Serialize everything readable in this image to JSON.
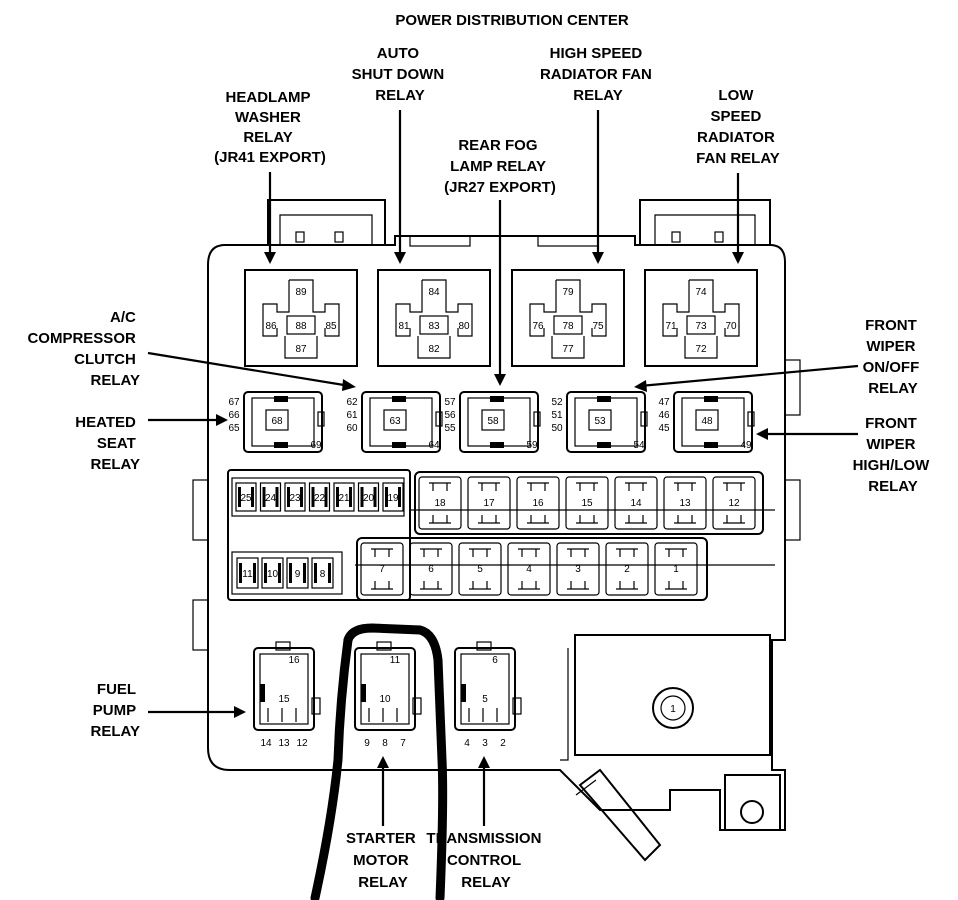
{
  "title": "POWER DISTRIBUTION CENTER",
  "top_relays": [
    {
      "label": [
        "HEADLAMP",
        "WASHER",
        "RELAY",
        "(JR41 EXPORT)"
      ],
      "pins": [
        "89",
        "86",
        "88",
        "85",
        "87"
      ]
    },
    {
      "label": [
        "AUTO",
        "SHUT DOWN",
        "RELAY"
      ],
      "pins": [
        "84",
        "81",
        "83",
        "80",
        "82"
      ]
    },
    {
      "label": [
        "HIGH SPEED",
        "RADIATOR FAN",
        "RELAY"
      ],
      "pins": [
        "79",
        "76",
        "78",
        "75",
        "77"
      ]
    },
    {
      "label": [
        "LOW",
        "SPEED",
        "RADIATOR",
        "FAN RELAY"
      ],
      "pins": [
        "74",
        "71",
        "73",
        "70",
        "72"
      ]
    }
  ],
  "rear_fog": {
    "label": [
      "REAR FOG",
      "LAMP RELAY",
      "(JR27 EXPORT)"
    ]
  },
  "mid_relays": [
    {
      "side_pins": [
        "67",
        "66",
        "65"
      ],
      "center": "68",
      "corner": "69"
    },
    {
      "side_pins": [
        "62",
        "61",
        "60"
      ],
      "center": "63",
      "corner": "64"
    },
    {
      "side_pins": [
        "57",
        "56",
        "55"
      ],
      "center": "58",
      "corner": "59"
    },
    {
      "side_pins": [
        "52",
        "51",
        "50"
      ],
      "center": "53",
      "corner": "54"
    },
    {
      "side_pins": [
        "47",
        "46",
        "45"
      ],
      "center": "48",
      "corner": "49"
    }
  ],
  "left_labels": {
    "ac": [
      "A/C",
      "COMPRESSOR",
      "CLUTCH",
      "RELAY"
    ],
    "heated": [
      "HEATED",
      "SEAT",
      "RELAY"
    ],
    "fuel": [
      "FUEL",
      "PUMP",
      "RELAY"
    ]
  },
  "right_labels": {
    "wiper_onoff": [
      "FRONT",
      "WIPER",
      "ON/OFF",
      "RELAY"
    ],
    "wiper_hilo": [
      "FRONT",
      "WIPER",
      "HIGH/LOW",
      "RELAY"
    ]
  },
  "mini_fuses_top": [
    "25",
    "24",
    "23",
    "22",
    "21",
    "20",
    "19"
  ],
  "mini_fuses_bottom": [
    "11",
    "10",
    "9",
    "8"
  ],
  "cartridge_fuses_top": [
    "18",
    "17",
    "16",
    "15",
    "14",
    "13",
    "12"
  ],
  "cartridge_fuses_bottom": [
    "7",
    "6",
    "5",
    "4",
    "3",
    "2",
    "1"
  ],
  "bottom_relays": [
    {
      "top": "16",
      "mid": "15",
      "pins": [
        "14",
        "13",
        "12"
      ]
    },
    {
      "top": "11",
      "mid": "10",
      "pins": [
        "9",
        "8",
        "7"
      ]
    },
    {
      "top": "6",
      "mid": "5",
      "pins": [
        "4",
        "3",
        "2"
      ]
    }
  ],
  "bottom_labels": {
    "starter": [
      "STARTER",
      "MOTOR",
      "RELAY"
    ],
    "transmission": [
      "TRANSMISSION",
      "CONTROL",
      "RELAY"
    ]
  },
  "stud_label": "1"
}
